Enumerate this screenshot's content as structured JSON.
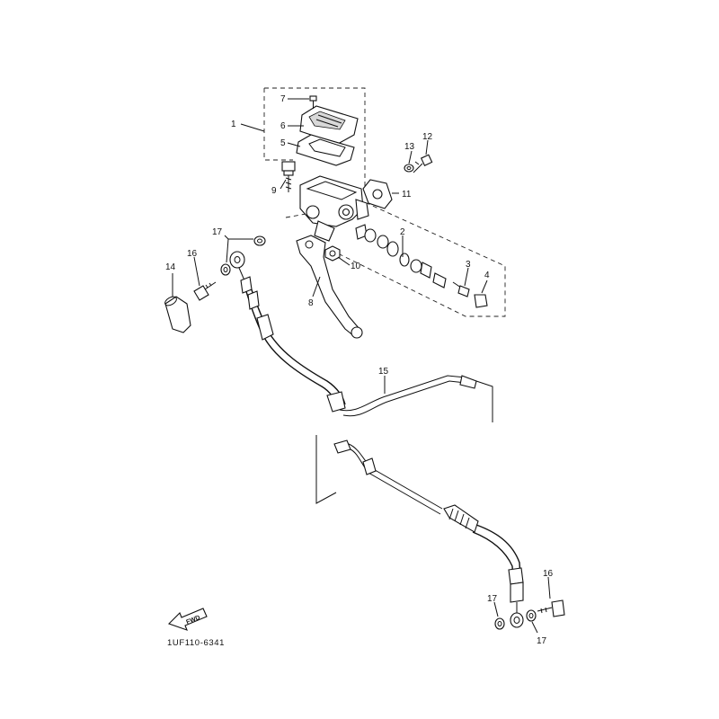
{
  "diagram": {
    "code": "1UF110-6341",
    "fwd_label": "FWD",
    "callouts": {
      "p1": "1",
      "p2": "2",
      "p3": "3",
      "p4": "4",
      "p5": "5",
      "p6": "6",
      "p7": "7",
      "p8": "8",
      "p9": "9",
      "p10": "10",
      "p11": "11",
      "p12": "12",
      "p13": "13",
      "p14": "14",
      "p15": "15",
      "p16a": "16",
      "p16b": "16",
      "p17a": "17",
      "p17b": "17",
      "p17c": "17"
    }
  }
}
